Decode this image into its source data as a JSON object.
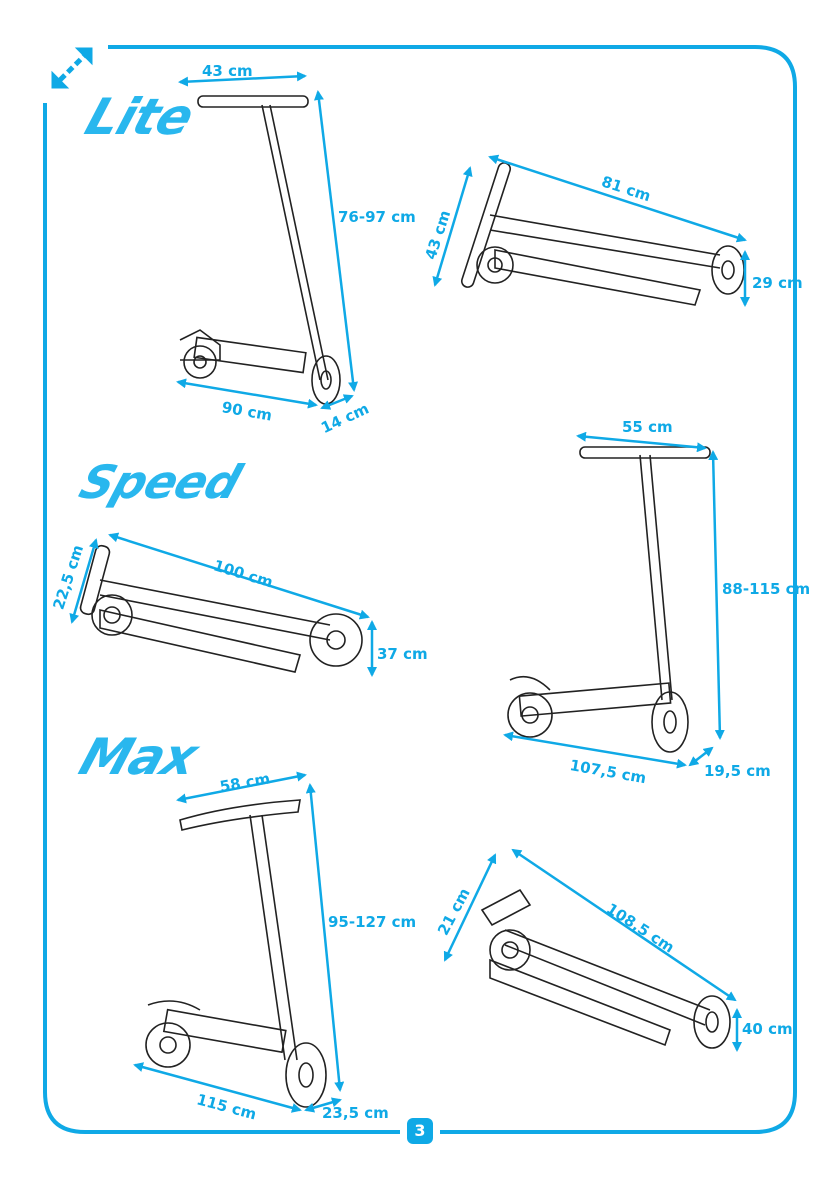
{
  "colors": {
    "accent": "#0fa9e6"
  },
  "icons": {
    "resize": "diagonal-double-arrow-icon"
  },
  "page_number": "3",
  "models": [
    {
      "name": "Lite",
      "unfolded": {
        "handlebar_width": "43 cm",
        "height": "76-97 cm",
        "length": "90 cm",
        "deck_width": "14 cm"
      },
      "folded": {
        "length": "81 cm",
        "width": "43 cm",
        "height": "29 cm"
      }
    },
    {
      "name": "Speed",
      "unfolded": {
        "handlebar_width": "55 cm",
        "height": "88-115 cm",
        "length": "107,5 cm",
        "deck_width": "19,5 cm"
      },
      "folded": {
        "length": "100 cm",
        "width": "22,5 cm",
        "height": "37 cm"
      }
    },
    {
      "name": "Max",
      "unfolded": {
        "handlebar_width": "58 cm",
        "height": "95-127 cm",
        "length": "115 cm",
        "deck_width": "23,5 cm"
      },
      "folded": {
        "length": "108,5 cm",
        "width": "21 cm",
        "height": "40 cm"
      }
    }
  ]
}
